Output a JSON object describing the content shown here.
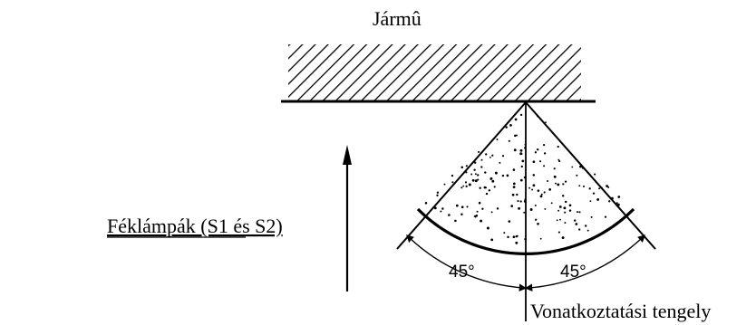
{
  "labels": {
    "vehicle": "Jármû",
    "lamps": "Féklámpák (S1 és S2)",
    "axis": "Vonatkoztatási tengely",
    "angle_left": "45°",
    "angle_right": "45°"
  },
  "diagram": {
    "half_angle_deg": 45,
    "colors": {
      "stroke": "#000000",
      "background": "#ffffff"
    }
  }
}
